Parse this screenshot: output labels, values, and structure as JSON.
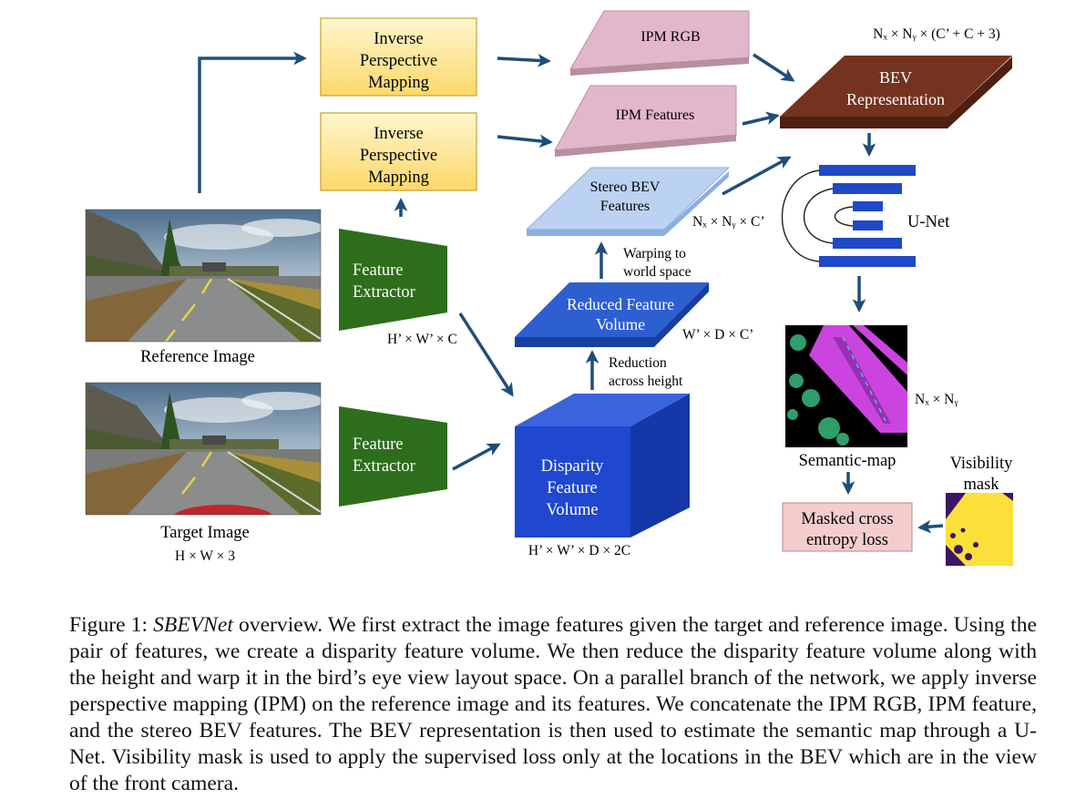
{
  "colors": {
    "arrow": "#1f4e79",
    "ipm_box_fill": "#fde79a",
    "ipm_box_stroke": "#c9a227",
    "feature_extractor": "#2d6e1c",
    "ipm_plane": "#e2b7c9",
    "bev_plane": "#74321f",
    "stereo_plane": "#bcd2f2",
    "reduced_volume": "#2e5fd1",
    "disparity_volume": "#1f47d0",
    "unet_bar": "#1f49c9",
    "loss_box": "#f4cccc",
    "semantic_road": "#cc44e0",
    "semantic_bg": "#000000",
    "semantic_trees": "#2e9e6a",
    "visibility_yellow": "#fbe03a",
    "visibility_purple": "#3b1663"
  },
  "diagram": {
    "ipm_top": {
      "line1": "Inverse",
      "line2": "Perspective",
      "line3": "Mapping"
    },
    "ipm_bottom": {
      "line1": "Inverse",
      "line2": "Perspective",
      "line3": "Mapping"
    },
    "ipm_rgb": "IPM RGB",
    "ipm_features": "IPM Features",
    "bev_dims": "Nₓ × Nᵧ × (C’ + C + 3)",
    "bev": {
      "line1": "BEV",
      "line2": "Representation"
    },
    "stereo_bev": {
      "line1": "Stereo BEV",
      "line2": "Features"
    },
    "stereo_dims": "Nₓ × Nᵧ × C’",
    "unet": "U-Net",
    "warping": {
      "line1": "Warping to",
      "line2": "world space"
    },
    "reduced": {
      "line1": "Reduced Feature",
      "line2": "Volume"
    },
    "reduced_dims": "W’ × D × C’",
    "reduction": {
      "line1": "Reduction",
      "line2": "across height"
    },
    "feature_extractor_1": {
      "line1": "Feature",
      "line2": "Extractor"
    },
    "feature_extractor_2": {
      "line1": "Feature",
      "line2": "Extractor"
    },
    "feature_dims": "H’ × W’ × C",
    "reference_image": "Reference Image",
    "target_image": "Target Image",
    "target_dims": "H × W × 3",
    "disparity": {
      "line1": "Disparity",
      "line2": "Feature",
      "line3": "Volume"
    },
    "disparity_dims": "H’ × W’ × D × 2C",
    "semantic_dims": "Nₓ × Nᵧ",
    "semantic_map": "Semantic-map",
    "visibility": {
      "line1": "Visibility",
      "line2": "mask"
    },
    "loss": {
      "line1": "Masked cross",
      "line2": "entropy loss"
    }
  },
  "caption": {
    "label": "Figure 1:",
    "name": "SBEVNet",
    "text": " overview. We first extract the image features given the target and reference image. Using the pair of features, we create a disparity feature volume. We then reduce the disparity feature volume along with the height and warp it in the bird’s eye view layout space. On a parallel branch of the network, we apply inverse perspective mapping (IPM) on the reference image and its features. We concatenate the IPM RGB, IPM feature, and the stereo BEV features. The BEV representation is then used to estimate the semantic map through a U-Net. Visibility mask is used to apply the supervised loss only at the locations in the BEV which are in the view of the front camera."
  }
}
